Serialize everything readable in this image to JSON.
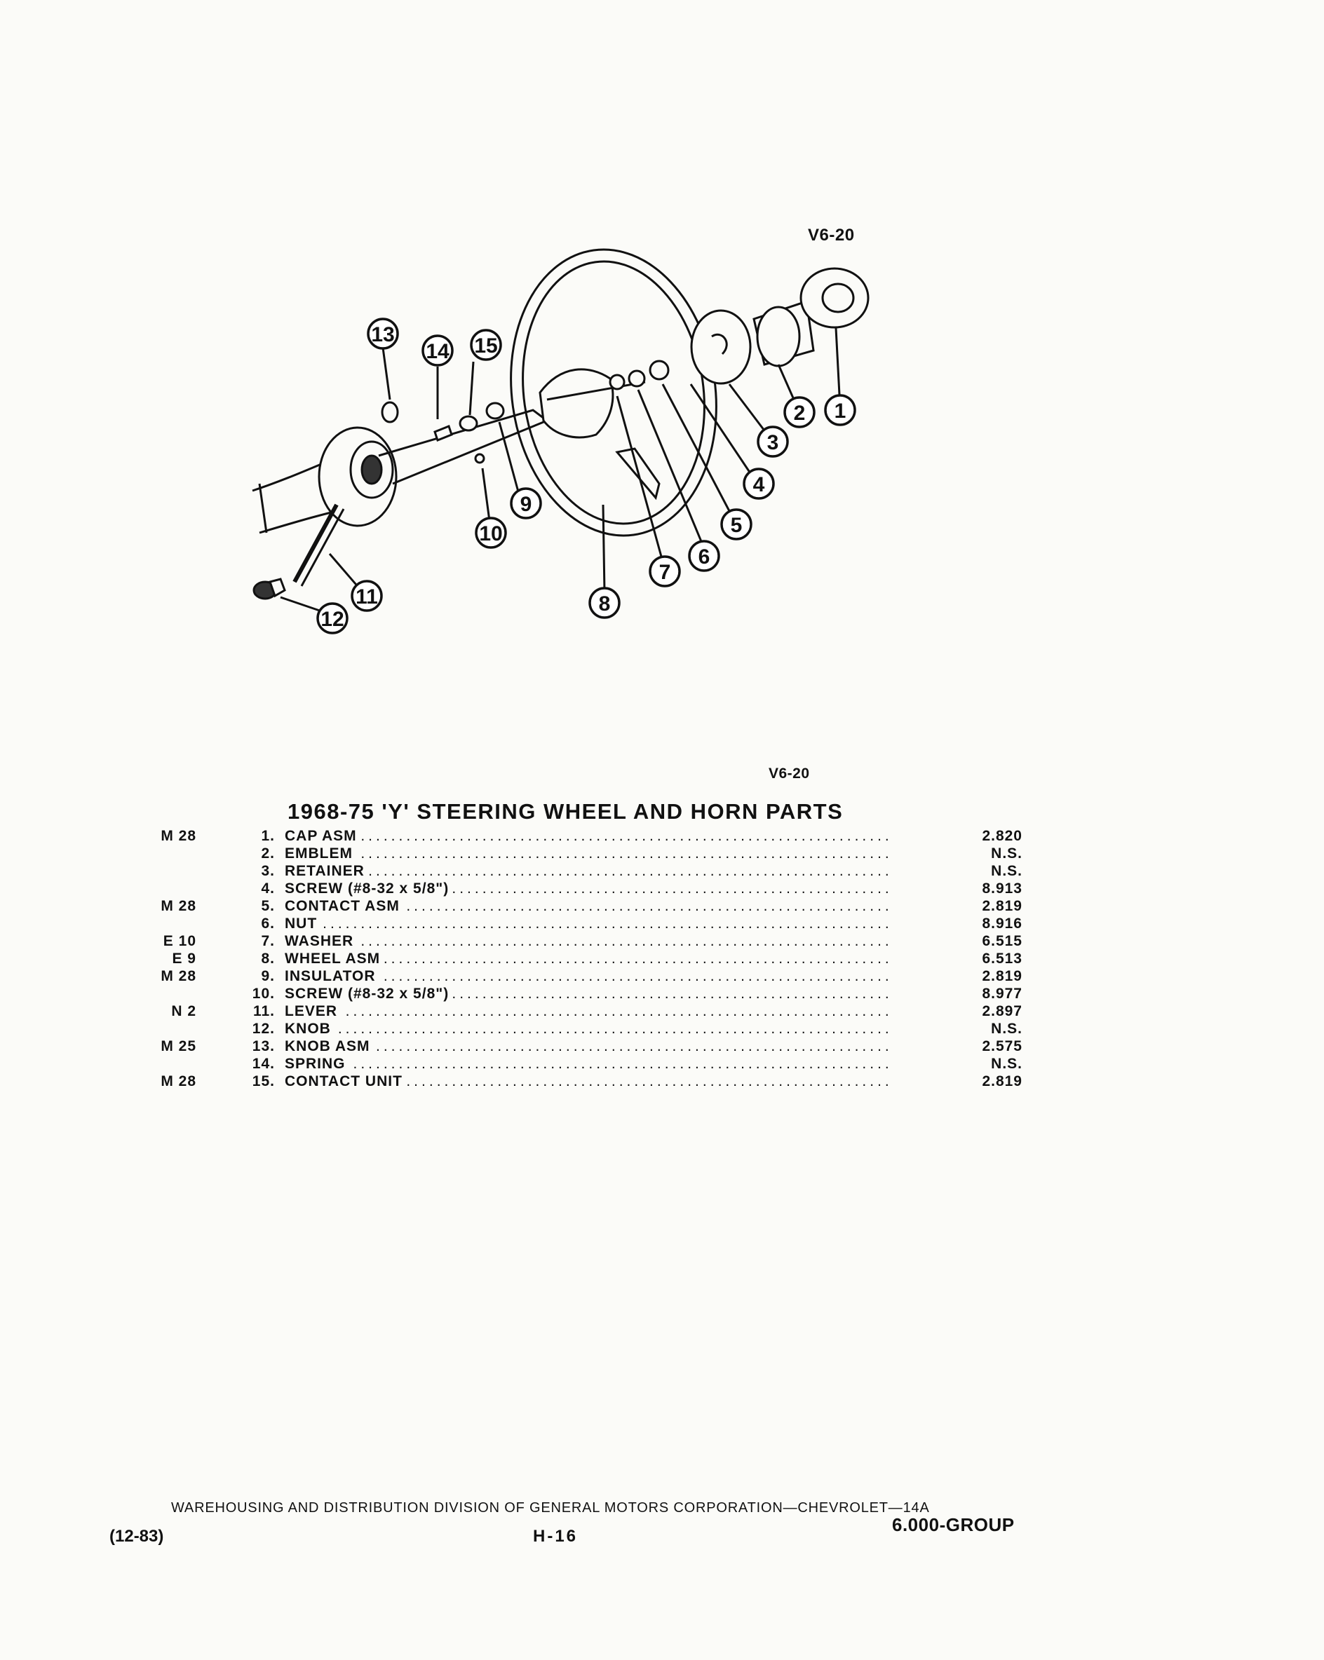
{
  "figure": {
    "code_top": "V6-20",
    "code_mid": "V6-20",
    "callouts": [
      "1",
      "2",
      "3",
      "4",
      "5",
      "6",
      "7",
      "8",
      "9",
      "10",
      "11",
      "12",
      "13",
      "14",
      "15"
    ]
  },
  "parts_list": {
    "title": "1968-75 'Y' STEERING WHEEL AND HORN PARTS",
    "rows": [
      {
        "code": "M 28",
        "num": "1.",
        "name": "CAP ASM",
        "price": "2.820"
      },
      {
        "code": "",
        "num": "2.",
        "name": "EMBLEM",
        "price": "N.S."
      },
      {
        "code": "",
        "num": "3.",
        "name": "RETAINER",
        "price": "N.S."
      },
      {
        "code": "",
        "num": "4.",
        "name": "SCREW (#8-32 x 5/8\")",
        "price": "8.913"
      },
      {
        "code": "M 28",
        "num": "5.",
        "name": "CONTACT ASM",
        "price": "2.819"
      },
      {
        "code": "",
        "num": "6.",
        "name": "NUT",
        "price": "8.916"
      },
      {
        "code": "E 10",
        "num": "7.",
        "name": "WASHER",
        "price": "6.515"
      },
      {
        "code": "E 9",
        "num": "8.",
        "name": "WHEEL ASM",
        "price": "6.513"
      },
      {
        "code": "M 28",
        "num": "9.",
        "name": "INSULATOR",
        "price": "2.819"
      },
      {
        "code": "",
        "num": "10.",
        "name": "SCREW (#8-32 x 5/8\")",
        "price": "8.977"
      },
      {
        "code": "N 2",
        "num": "11.",
        "name": "LEVER",
        "price": "2.897"
      },
      {
        "code": "",
        "num": "12.",
        "name": "KNOB",
        "price": "N.S."
      },
      {
        "code": "M 25",
        "num": "13.",
        "name": "KNOB ASM",
        "price": "2.575"
      },
      {
        "code": "",
        "num": "14.",
        "name": "SPRING",
        "price": "N.S."
      },
      {
        "code": "M 28",
        "num": "15.",
        "name": "CONTACT UNIT",
        "price": "2.819"
      }
    ]
  },
  "footer": {
    "division": "WAREHOUSING AND DISTRIBUTION DIVISION OF GENERAL MOTORS CORPORATION—CHEVROLET—14A",
    "date": "(12-83)",
    "page": "H-16",
    "group": "6.000-GROUP"
  }
}
